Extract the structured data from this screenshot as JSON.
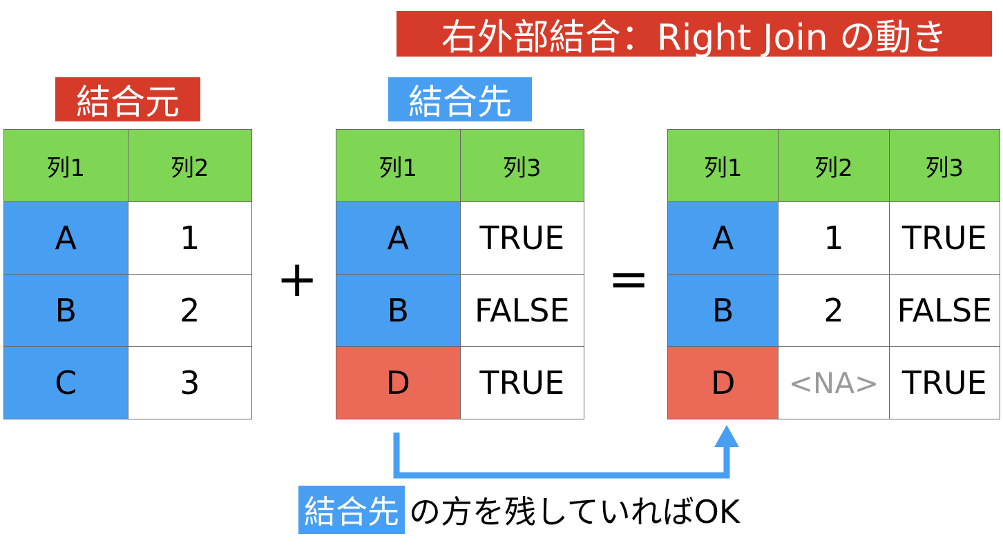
{
  "title": "右外部結合：Right Join の動き",
  "left_table": {
    "label": "結合元",
    "headers": [
      "列1",
      "列2"
    ],
    "rows": [
      [
        "A",
        "1"
      ],
      [
        "B",
        "2"
      ],
      [
        "C",
        "3"
      ]
    ]
  },
  "right_table": {
    "label": "結合先",
    "headers": [
      "列1",
      "列3"
    ],
    "rows": [
      [
        "A",
        "TRUE"
      ],
      [
        "B",
        "FALSE"
      ],
      [
        "D",
        "TRUE"
      ]
    ]
  },
  "result_table": {
    "headers": [
      "列1",
      "列2",
      "列3"
    ],
    "rows": [
      [
        "A",
        "1",
        "TRUE"
      ],
      [
        "B",
        "2",
        "FALSE"
      ],
      [
        "D",
        "<NA>",
        "TRUE"
      ]
    ]
  },
  "operators": {
    "plus": "+",
    "equals": "="
  },
  "note": {
    "highlight": "結合先",
    "text": "の方を残していればOK"
  },
  "colors": {
    "header": "#7fd655",
    "key": "#489ff2",
    "unmatched_key": "#eb6a57",
    "title_bg": "#d63b2a",
    "na_text": "#9a9a9a"
  }
}
